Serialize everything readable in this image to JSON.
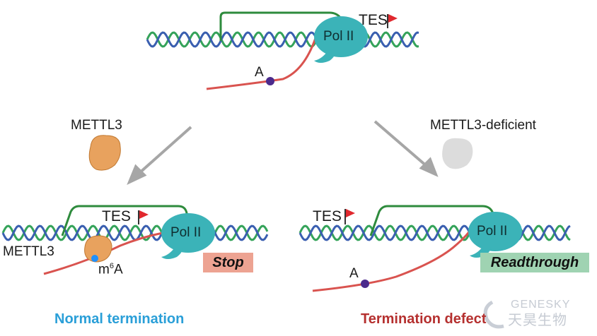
{
  "labels": {
    "top_tes": "TES",
    "top_pol": "Pol II",
    "top_a": "A",
    "left_enzyme": "METTL3",
    "right_enzyme": "METTL3-deficient",
    "left_tes": "TES",
    "left_pol": "Pol II",
    "left_mettl3": "METTL3",
    "left_m6a_m": "m",
    "left_m6a_sup": "6",
    "left_m6a_a": "A",
    "stop": "Stop",
    "right_tes": "TES",
    "right_pol": "Pol II",
    "right_a": "A",
    "readthrough": "Readthrough",
    "caption_left": "Normal termination",
    "caption_right": "Termination defect",
    "watermark_en": "GENESKY",
    "watermark_cn": "天昊生物"
  },
  "colors": {
    "dna_blue": "#3a5fb0",
    "dna_green": "#35a35a",
    "rna_red": "#d9534f",
    "nascent_green": "#2e8b3d",
    "pol_teal": "#3bb3b8",
    "enzyme_orange": "#e8a25e",
    "enzyme_gray": "#dcdcdc",
    "flag_red": "#e0282e",
    "arrow_gray": "#a6a6a6",
    "dot_purple": "#4b2a8c",
    "dot_blue": "#1e90ff",
    "caption_left": "#2a9fd8",
    "caption_right": "#b5302f"
  }
}
